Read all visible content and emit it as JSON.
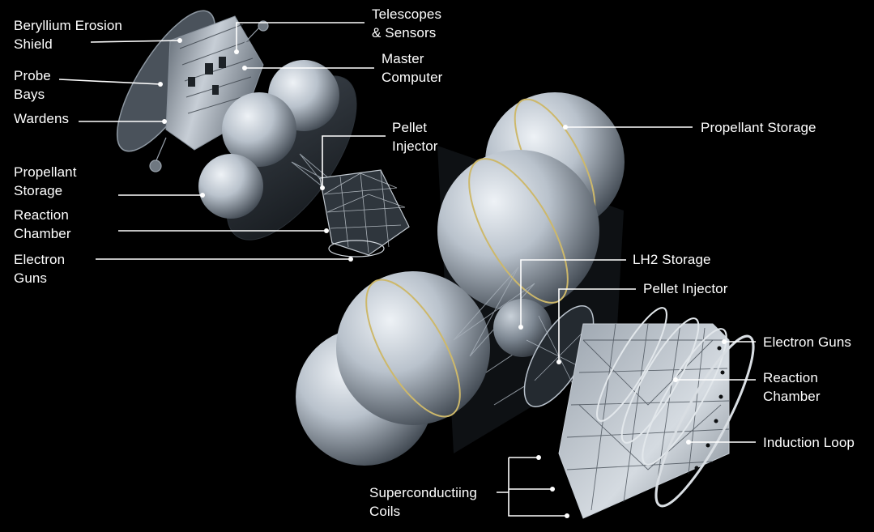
{
  "colors": {
    "background": "#000000",
    "hull": "#b9c2cc",
    "hull_dark": "#56606b",
    "label": "#ffffff",
    "leader": "#ffffff"
  },
  "probe": {
    "labels": {
      "beryllium_shield": "Beryllium Erosion\nShield",
      "probe_bays": "Probe\nBays",
      "wardens": "Wardens",
      "propellant_storage": "Propellant\nStorage",
      "reaction_chamber": "Reaction\nChamber",
      "electron_guns": "Electron\nGuns",
      "telescopes": "Telescopes\n& Sensors",
      "master_computer": "Master\nComputer",
      "pellet_injector": "Pellet\nInjector"
    }
  },
  "stage": {
    "labels": {
      "propellant_storage": "Propellant Storage",
      "lh2_storage": "LH2 Storage",
      "pellet_injector": "Pellet Injector",
      "electron_guns": "Electron Guns",
      "reaction_chamber": "Reaction\nChamber",
      "induction_loop": "Induction Loop",
      "superconducting_coils": "Superconductiing\nCoils"
    }
  }
}
